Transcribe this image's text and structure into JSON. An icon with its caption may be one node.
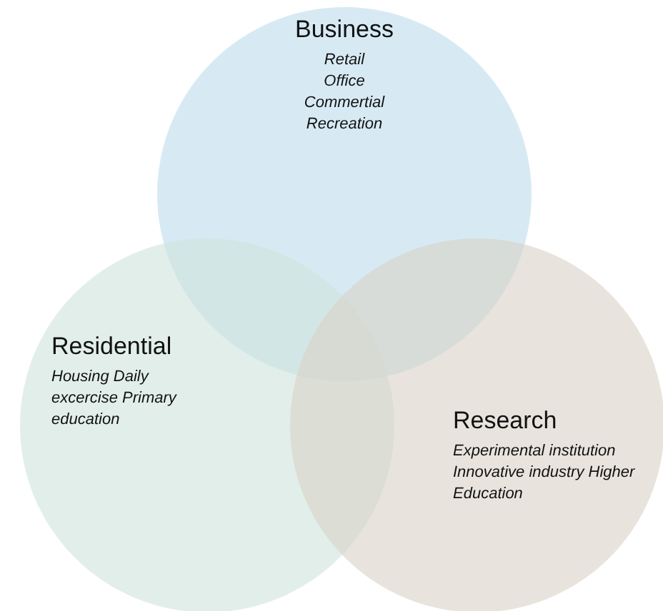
{
  "diagram": {
    "nodes": [
      {
        "text": [
          "Business",
          "Retail Office Commertial Recreation"
        ]
      },
      {
        "text": [
          "Residential",
          "Housing Daily excercise Primary education"
        ]
      },
      {
        "text": [
          "Research",
          "Experimental institution Innovative industry Higher Education"
        ]
      }
    ],
    "edges": []
  }
}
